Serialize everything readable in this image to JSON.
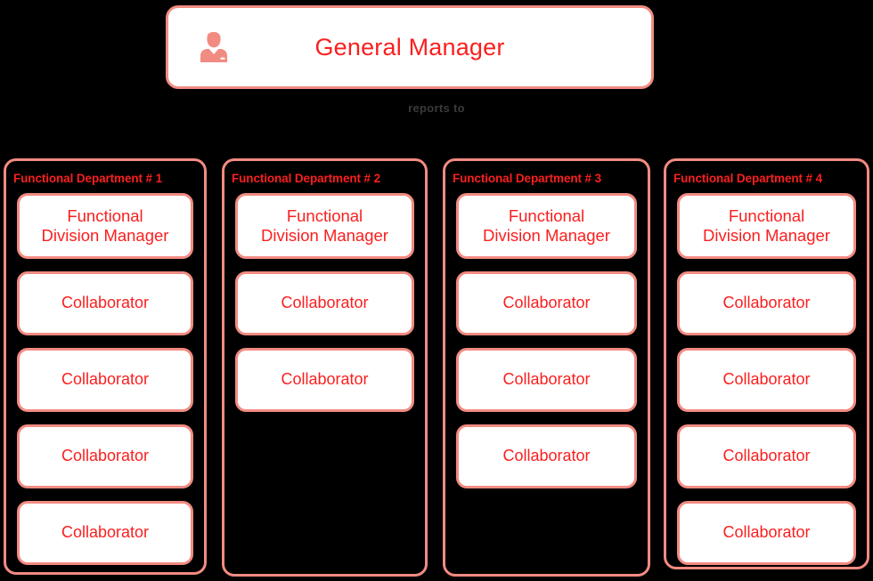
{
  "colors": {
    "background": "#000000",
    "border": "#f28b82",
    "text_red": "#fa1f1f",
    "node_fill": "#ffffff",
    "connector_label": "#3a3a3a"
  },
  "root": {
    "title": "General Manager",
    "icon": "manager-person-icon"
  },
  "connector": {
    "label": "reports to"
  },
  "departments": [
    {
      "header": "Functional Department # 1",
      "manager": "Functional\nDivision Manager",
      "manager_line1": "Functional",
      "manager_line2": "Division Manager",
      "collaborators": [
        "Collaborator",
        "Collaborator",
        "Collaborator",
        "Collaborator"
      ]
    },
    {
      "header": "Functional Department # 2",
      "manager_line1": "Functional",
      "manager_line2": "Division Manager",
      "collaborators": [
        "Collaborator",
        "Collaborator"
      ]
    },
    {
      "header": "Functional Department # 3",
      "manager_line1": "Functional",
      "manager_line2": "Division Manager",
      "collaborators": [
        "Collaborator",
        "Collaborator",
        "Collaborator"
      ]
    },
    {
      "header": "Functional Department # 4",
      "manager_line1": "Functional",
      "manager_line2": "Division Manager",
      "collaborators": [
        "Collaborator",
        "Collaborator",
        "Collaborator",
        "Collaborator"
      ]
    }
  ]
}
